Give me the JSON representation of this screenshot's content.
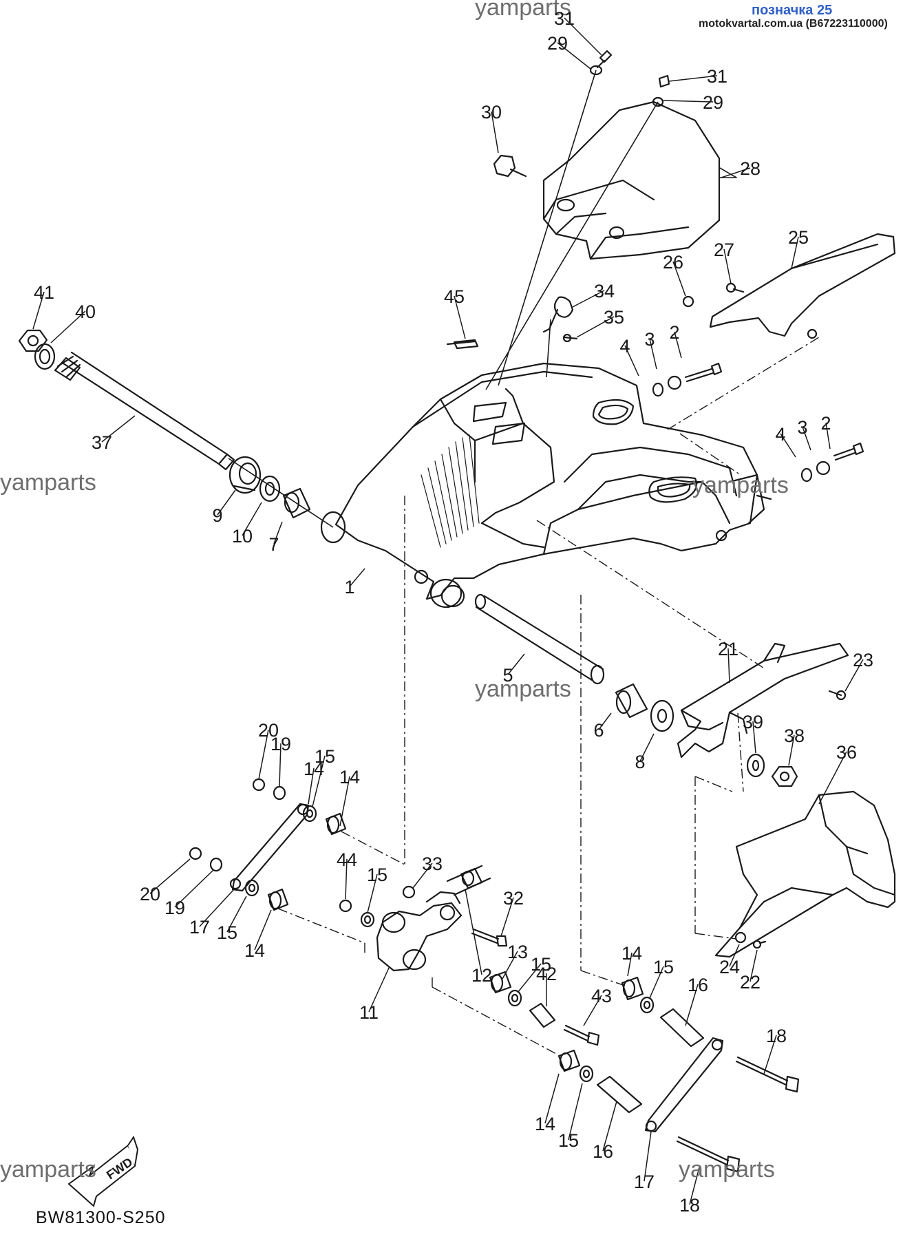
{
  "header": {
    "link_label": "позначка 25",
    "site_text": "motokvartal.com.ua (B67223110000)"
  },
  "watermark": "yamparts",
  "diagram_code": "BW81300-S250",
  "direction_badge": "FWD",
  "callouts": [
    "1",
    "2",
    "2",
    "3",
    "3",
    "4",
    "4",
    "5",
    "6",
    "7",
    "8",
    "9",
    "10",
    "11",
    "12",
    "13",
    "14",
    "14",
    "14",
    "14",
    "14",
    "15",
    "15",
    "15",
    "15",
    "15",
    "15",
    "16",
    "16",
    "17",
    "17",
    "18",
    "18",
    "19",
    "19",
    "20",
    "20",
    "21",
    "22",
    "23",
    "24",
    "25",
    "26",
    "27",
    "28",
    "29",
    "29",
    "30",
    "31",
    "31",
    "32",
    "33",
    "34",
    "35",
    "36",
    "37",
    "38",
    "39",
    "40",
    "41",
    "42",
    "43",
    "44",
    "45"
  ],
  "colors": {
    "line": "#1a1a1a",
    "watermark": "#6e6e6e",
    "link": "#3060c8"
  }
}
